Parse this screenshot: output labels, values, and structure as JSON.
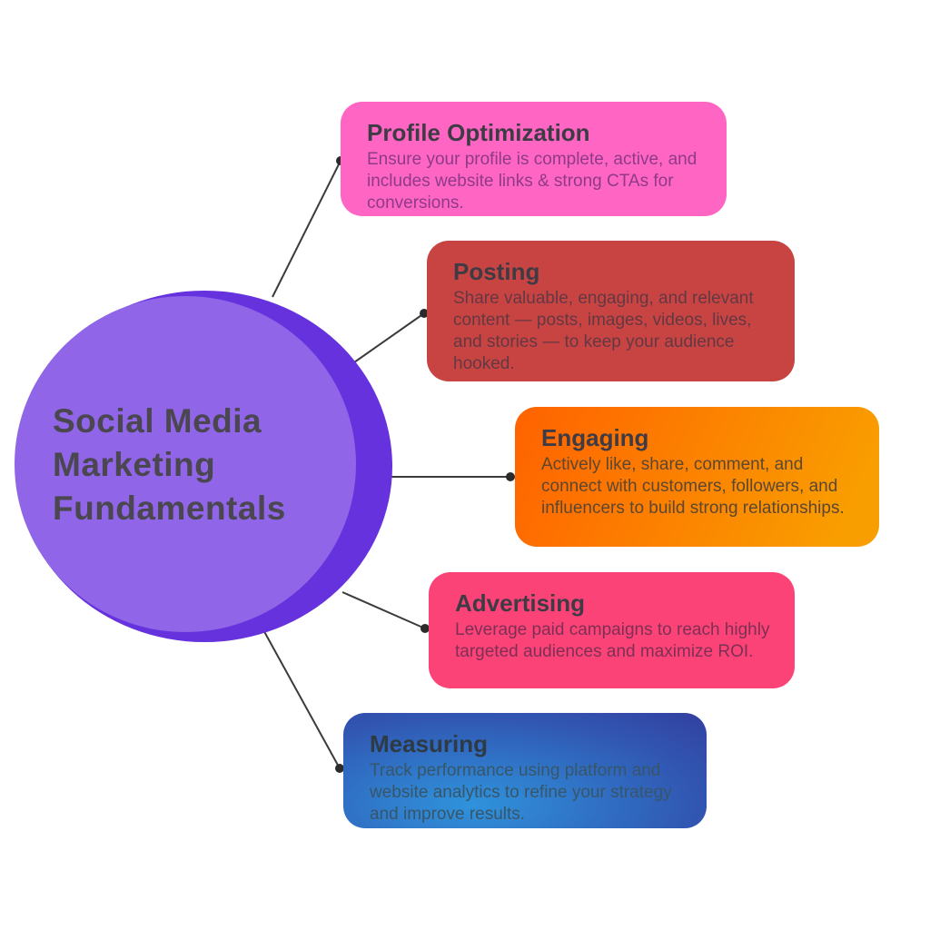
{
  "center": {
    "title": "Social Media Marketing Fundamentals",
    "face_color": "#9065E7",
    "rim_color": "#6632DE",
    "text_color": "#4A4750"
  },
  "nodes": [
    {
      "title": "Profile Optimization",
      "description": "Ensure your profile is complete, active, and includes website links & strong CTAs for conversions.",
      "color": "#FF66C4",
      "text_color": "#8E3A88"
    },
    {
      "title": "Posting",
      "description": "Share valuable, engaging, and relevant content — posts, images, videos, lives, and stories — to keep your audience hooked.",
      "color": "#C84442",
      "text_color": "#643843"
    },
    {
      "title": "Engaging",
      "description": "Actively like, share, comment, and connect with customers, followers, and influencers to build strong relationships.",
      "color_start": "#FF6200",
      "color_end": "#F99E00",
      "text_color": "#5B4733"
    },
    {
      "title": "Advertising",
      "description": "Leverage paid campaigns to reach highly targeted audiences and maximize ROI.",
      "color": "#FB4377",
      "text_color": "#7F2F55"
    },
    {
      "title": "Measuring",
      "description": "Track performance using platform and website analytics to refine your strategy and improve results.",
      "color_light": "#2F93DC",
      "color_dark": "#333F9F",
      "text_color": "#375669"
    }
  ],
  "connectors": {
    "line_color": "#3B3B3B",
    "dot_color": "#2B2B2B"
  }
}
